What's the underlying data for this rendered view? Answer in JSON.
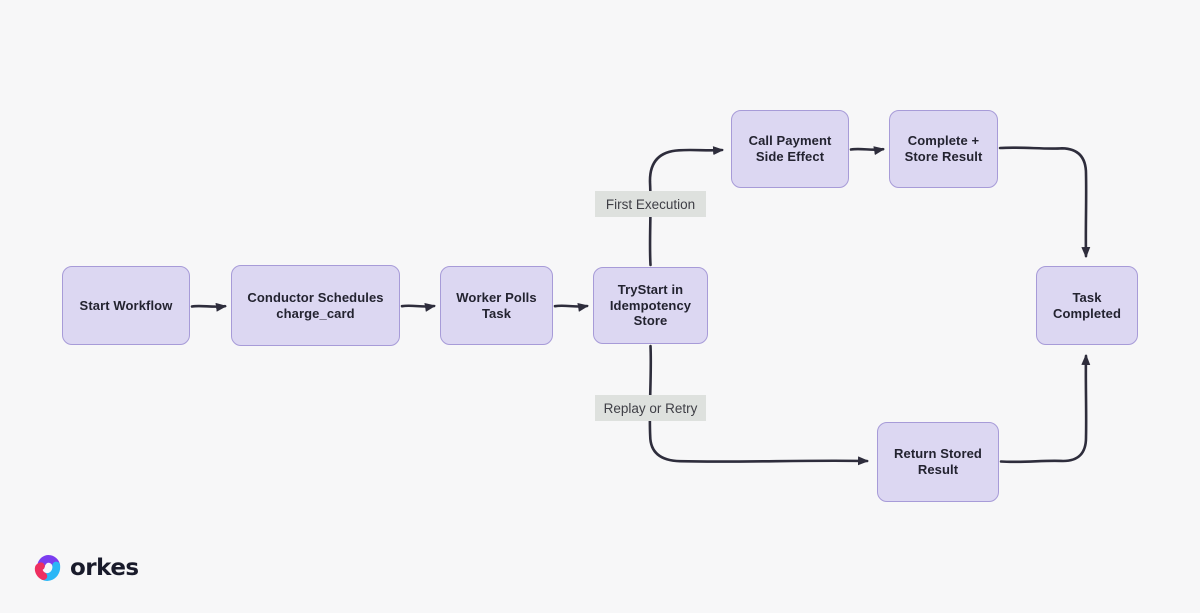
{
  "colors": {
    "background": "#f7f7f8",
    "node_fill": "#dcd7f2",
    "node_border": "#a79bd8",
    "node_text": "#232330",
    "edge_stroke": "#2e2d3c",
    "edge_label_bg": "#dee1de",
    "edge_label_text": "#3f3f46",
    "logo_text": "#191b2b",
    "logo_pink": "#ee2f60",
    "logo_purple": "#7b3df0",
    "logo_blue": "#2bb7f6"
  },
  "diagram": {
    "nodes": [
      {
        "id": "start-workflow",
        "label": "Start Workflow"
      },
      {
        "id": "conductor-schedules",
        "label": "Conductor Schedules charge_card"
      },
      {
        "id": "worker-polls-task",
        "label": "Worker Polls Task"
      },
      {
        "id": "trystart-idempotency-store",
        "label": "TryStart in Idempotency Store"
      },
      {
        "id": "call-payment-side-effect",
        "label": "Call Payment Side Effect"
      },
      {
        "id": "complete-store-result",
        "label": "Complete + Store Result"
      },
      {
        "id": "task-completed",
        "label": "Task Completed"
      },
      {
        "id": "return-stored-result",
        "label": "Return Stored Result"
      }
    ],
    "edge_labels": [
      {
        "id": "first-execution",
        "label": "First Execution"
      },
      {
        "id": "replay-or-retry",
        "label": "Replay or Retry"
      }
    ]
  },
  "logo": {
    "text": "orkes"
  }
}
